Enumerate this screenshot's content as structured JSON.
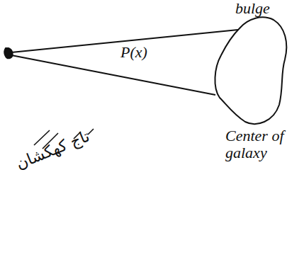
{
  "diagram": {
    "nodes": [
      {
        "text": [
          "bulge",
          "Center of galaxy"
        ]
      }
    ],
    "labels": [
      "P(x)",
      "تاج کهکشان"
    ]
  }
}
